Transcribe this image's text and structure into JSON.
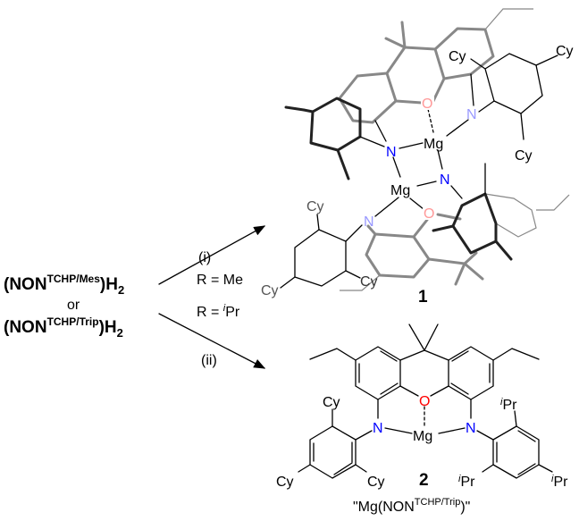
{
  "reactants": {
    "line1_main": "(NON",
    "line1_sup": "TCHP/Mes",
    "line1_end": ")H",
    "line1_sub": "2",
    "or": "or",
    "line2_main": "(NON",
    "line2_sup": "TCHP/Trip",
    "line2_end": ")H",
    "line2_sub": "2"
  },
  "conditions": {
    "step1": "(i)",
    "r_me": "R = Me",
    "r_ipr_prefix": "R = ",
    "r_ipr_i": "i",
    "r_ipr_pr": "Pr",
    "step2": "(ii)"
  },
  "product1": {
    "label": "1",
    "atoms": {
      "O": "O",
      "N": "N",
      "Mg": "Mg",
      "Cy": "Cy"
    }
  },
  "product2": {
    "label": "2",
    "caption_pre": "\"Mg(NON",
    "caption_sup": "TCHP/Trip",
    "caption_post": ")\"",
    "atoms": {
      "O": "O",
      "N": "N",
      "Mg": "Mg",
      "Cy": "Cy",
      "i": "i",
      "Pr": "Pr"
    }
  },
  "colors": {
    "nitrogen": "#0000ff",
    "oxygen": "#ff0000",
    "nitrogen_faded": "#9999ff",
    "oxygen_faded": "#ff9999"
  }
}
